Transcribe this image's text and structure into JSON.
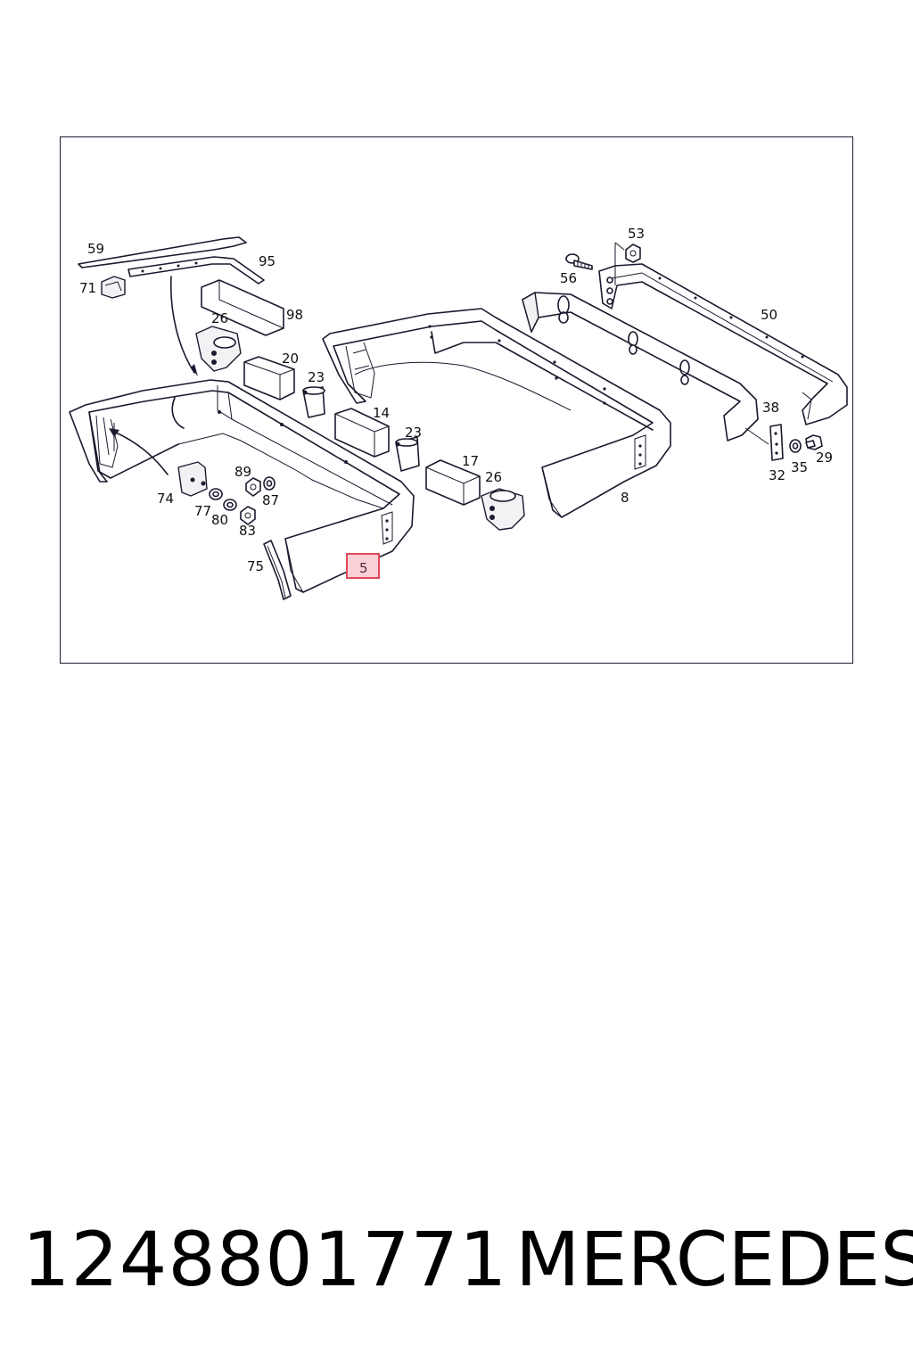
{
  "diagram": {
    "callouts": [
      "59",
      "95",
      "71",
      "98",
      "26",
      "20",
      "23",
      "14",
      "23",
      "17",
      "26",
      "89",
      "87",
      "77",
      "80",
      "83",
      "74",
      "75",
      "5",
      "8",
      "56",
      "53",
      "50",
      "38",
      "32",
      "35",
      "29"
    ],
    "highlighted_callout": "5",
    "highlight_color": "#e04a5a"
  },
  "footer": {
    "part_number": "1248801771",
    "brand": "MERCEDES"
  }
}
